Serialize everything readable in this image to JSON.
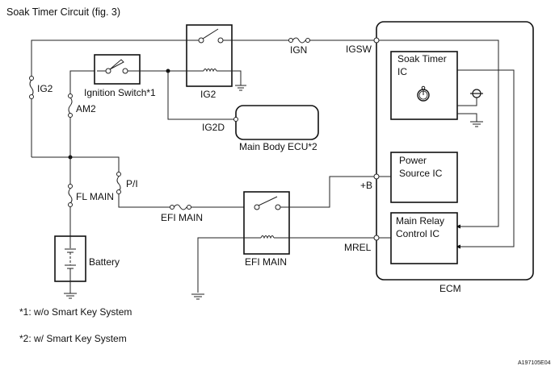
{
  "title": "Soak Timer Circuit (fig. 3)",
  "components": {
    "fuse_ig2": "IG2",
    "fuse_am2": "AM2",
    "ignition_switch": "Ignition Switch*1",
    "relay_ig2": "IG2",
    "fuse_ign": "IGN",
    "main_body_ecu": "Main Body ECU*2",
    "fuse_p_i": "P/I",
    "fuse_fl_main": "FL MAIN",
    "fuse_efi_main": "EFI MAIN",
    "relay_efi_main": "EFI MAIN",
    "battery": "Battery",
    "ecm": "ECM",
    "soak_timer_ic_line1": "Soak Timer",
    "soak_timer_ic_line2": "IC",
    "power_source_ic_line1": "Power",
    "power_source_ic_line2": "Source IC",
    "main_relay_ic_line1": "Main Relay",
    "main_relay_ic_line2": "Control IC"
  },
  "terminals": {
    "igsw": "IGSW",
    "ig2d": "IG2D",
    "plus_b": "+B",
    "mrel": "MREL"
  },
  "notes": [
    "*1: w/o Smart Key System",
    "*2: w/ Smart Key System"
  ],
  "figure_id": "A197105E04"
}
